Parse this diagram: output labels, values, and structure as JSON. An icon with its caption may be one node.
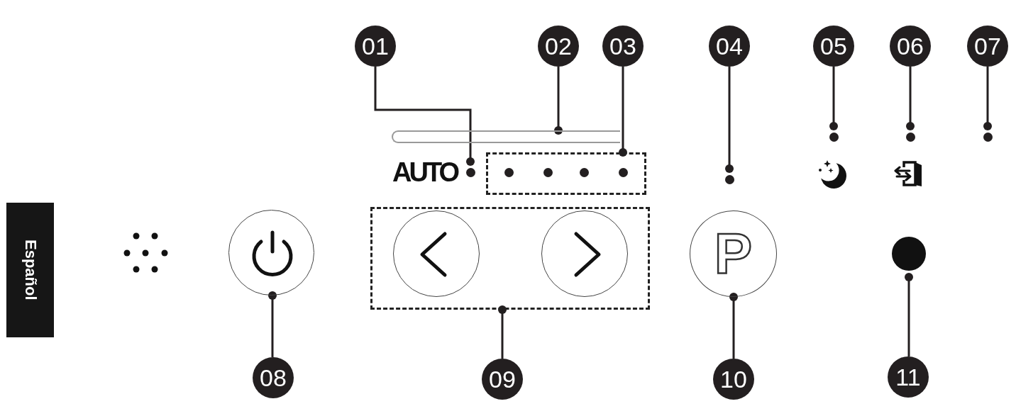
{
  "diagram": {
    "nodes": [
      {
        "text": [
          "Español"
        ]
      },
      {
        "text": [
          "01"
        ]
      },
      {
        "text": [
          "02"
        ]
      },
      {
        "text": [
          "03"
        ]
      },
      {
        "text": [
          "04"
        ]
      },
      {
        "text": [
          "05"
        ]
      },
      {
        "text": [
          "06"
        ]
      },
      {
        "text": [
          "07"
        ]
      },
      {
        "text": [],
        "shape": "bar"
      },
      {
        "text": [],
        "shape": "circle"
      },
      {
        "text": [],
        "shape": "box"
      },
      {
        "text": [],
        "shape": "circle",
        "in": 10
      },
      {
        "text": [],
        "shape": "circle",
        "in": 10
      },
      {
        "text": [],
        "shape": "circle",
        "in": 10
      },
      {
        "text": [],
        "shape": "circle",
        "in": 10
      },
      {
        "text": [],
        "shape": "circle"
      },
      {
        "text": [],
        "shape": "circle"
      },
      {
        "text": [],
        "shape": "circle"
      },
      {
        "text": [],
        "shape": "circle"
      },
      {
        "text": [],
        "shape": "circle"
      },
      {
        "text": [],
        "shape": "box"
      },
      {
        "text": [],
        "shape": "circle",
        "in": 20
      },
      {
        "text": [],
        "shape": "circle",
        "in": 20
      },
      {
        "text": [
          "P"
        ]
      },
      {
        "text": [],
        "shape": "circle"
      },
      {
        "text": [
          "08"
        ]
      },
      {
        "text": [
          "09"
        ]
      },
      {
        "text": [
          "10"
        ]
      },
      {
        "text": [
          "11"
        ]
      }
    ],
    "edges": [
      {
        "from": 1,
        "to": 9,
        "arrow": "other"
      },
      {
        "from": 2,
        "to": 8,
        "arrow": "other"
      },
      {
        "from": 3,
        "to": 10,
        "arrow": "other"
      },
      {
        "from": 4,
        "to": 15,
        "arrow": "other"
      },
      {
        "from": 5,
        "to": 16,
        "arrow": "other"
      },
      {
        "from": 6,
        "to": 17,
        "arrow": "other"
      },
      {
        "from": 7,
        "to": 18,
        "arrow": "other"
      },
      {
        "from": 25,
        "to": 19,
        "arrow": "other"
      },
      {
        "from": 26,
        "to": 20,
        "arrow": "other"
      },
      {
        "from": 27,
        "to": 23,
        "arrow": "other"
      },
      {
        "from": 28,
        "to": 24,
        "arrow": "other"
      }
    ],
    "labels": [
      "AUTO"
    ]
  }
}
